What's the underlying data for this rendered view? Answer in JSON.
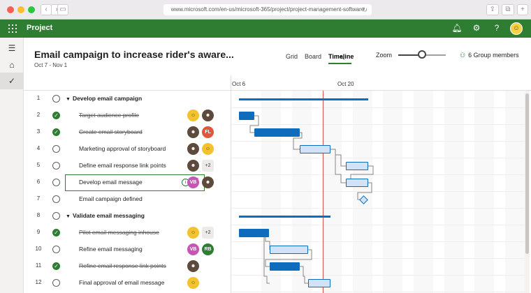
{
  "browser": {
    "url": "www.microsoft.com/en-us/microsoft-365/project/project-management-software",
    "reload_icon": "reload-icon"
  },
  "app": {
    "name": "Project",
    "brand_color": "#2e7d32"
  },
  "header": {
    "title": "Email campaign to increase rider's aware...",
    "dates": "Oct 7 - Nov 1",
    "views": [
      "Grid",
      "Board",
      "Timeline"
    ],
    "active_view": "Timeline",
    "zoom_label": "Zoom",
    "zoom_level": 0.5,
    "members": "6 Group members"
  },
  "timeline": {
    "date_labels": [
      "Oct 6",
      "Oct 20"
    ]
  },
  "tasks": [
    {
      "num": "1",
      "name": "Develop email campaign",
      "summary": true,
      "done": false,
      "avatars": []
    },
    {
      "num": "2",
      "name": "Target audience profile",
      "summary": false,
      "done": true,
      "avatars": [
        {
          "type": "yellow",
          "text": ""
        },
        {
          "type": "photo",
          "text": ""
        }
      ]
    },
    {
      "num": "3",
      "name": "Create email storyboard",
      "summary": false,
      "done": true,
      "avatars": [
        {
          "type": "photo",
          "text": ""
        },
        {
          "type": "fl",
          "text": "FL"
        }
      ]
    },
    {
      "num": "4",
      "name": "Marketing approval of storyboard",
      "summary": false,
      "done": false,
      "avatars": [
        {
          "type": "photo",
          "text": ""
        },
        {
          "type": "yellow",
          "text": ""
        }
      ]
    },
    {
      "num": "5",
      "name": "Define email response link points",
      "summary": false,
      "done": false,
      "avatars": [
        {
          "type": "photo",
          "text": ""
        },
        {
          "type": "more",
          "text": "+2"
        }
      ]
    },
    {
      "num": "6",
      "name": "Develop email message",
      "summary": false,
      "done": false,
      "editing": true,
      "avatars": [
        {
          "type": "vb",
          "text": "VB"
        },
        {
          "type": "photo",
          "text": ""
        }
      ]
    },
    {
      "num": "7",
      "name": "Email campaign defined",
      "summary": false,
      "done": false,
      "avatars": []
    },
    {
      "num": "8",
      "name": "Validate email messaging",
      "summary": true,
      "done": false,
      "avatars": []
    },
    {
      "num": "9",
      "name": "Pilot email messaging inhouse",
      "summary": false,
      "done": true,
      "avatars": [
        {
          "type": "yellow",
          "text": ""
        },
        {
          "type": "more",
          "text": "+2"
        }
      ]
    },
    {
      "num": "10",
      "name": "Refine email messaging",
      "summary": false,
      "done": false,
      "avatars": [
        {
          "type": "vb",
          "text": "VB"
        },
        {
          "type": "rb",
          "text": "RB"
        }
      ]
    },
    {
      "num": "11",
      "name": "Refine email response link points",
      "summary": false,
      "done": true,
      "avatars": [
        {
          "type": "photo",
          "text": ""
        }
      ]
    },
    {
      "num": "12",
      "name": "Final approval of email message",
      "summary": false,
      "done": false,
      "avatars": [
        {
          "type": "yellow",
          "text": ""
        }
      ]
    }
  ]
}
